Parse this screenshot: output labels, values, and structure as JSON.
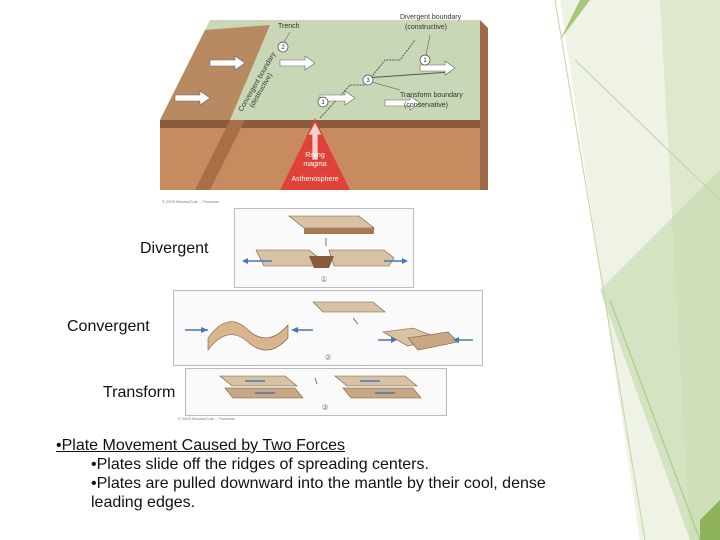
{
  "diagram": {
    "labels": {
      "trench": "Trench",
      "divergent_boundary": "Divergent boundary",
      "constructive": "(constructive)",
      "convergent_boundary": "Convergent boundary",
      "destructive": "(destructive)",
      "transform_boundary": "Transform boundary",
      "conservative": "(conservative)",
      "rising": "Rising",
      "magma": "magma",
      "asthenosphere": "Asthenosphere",
      "n1": "1",
      "n2": "2",
      "n3": "3"
    },
    "credit": "© 2003 Brooks/Cole – Thomson"
  },
  "boundary_labels": {
    "divergent": "Divergent",
    "convergent": "Convergent",
    "transform": "Transform"
  },
  "panels": {
    "divergent_num": "①",
    "convergent_num": "②",
    "transform_num": "③",
    "credit": "© 2003 Brooks/Cole – Thomson"
  },
  "bullets": {
    "heading": "•Plate Movement Caused by Two Forces",
    "item1": "•Plates slide off the ridges of spreading centers.",
    "item2a": "•Plates are pulled downward into the mantle by their cool, dense",
    "item2b": "leading edges."
  },
  "colors": {
    "plate_top": "#c5d5b4",
    "plate_side": "#b07a52",
    "magma": "#e0423a",
    "arrow": "#4a74b8",
    "deco_green": "#8fb35a"
  }
}
